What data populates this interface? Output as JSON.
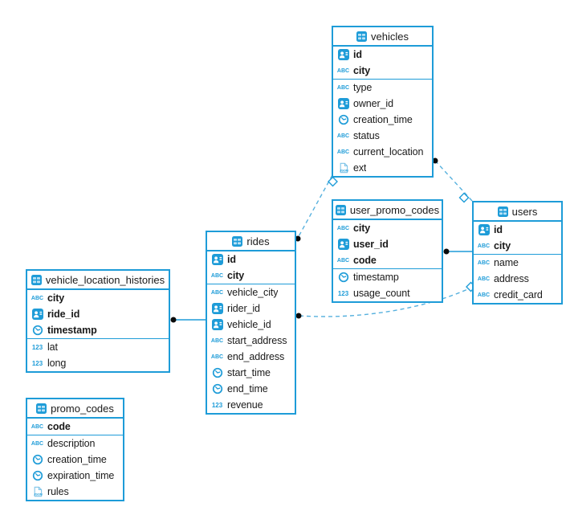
{
  "diagram": {
    "type": "entity-relationship-diagram",
    "colors": {
      "accent": "#1e9cd8",
      "relation_dashed": "#57b1de",
      "relation_solid": "#1e9cd8",
      "endpoint_dot": "#0a0a0a",
      "icon_cell_light": "#b9e2f6",
      "text": "#1a1a1a",
      "background": "#ffffff"
    },
    "icon_labels": {
      "text": "ABC",
      "number": "123",
      "json": "JSON"
    },
    "tables": [
      {
        "title": "vehicles",
        "fields": [
          {
            "name": "id",
            "icon": "id-icon",
            "key": true
          },
          {
            "name": "city",
            "icon": "text-icon",
            "key": true
          },
          {
            "name": "type",
            "icon": "text-icon",
            "key": false
          },
          {
            "name": "owner_id",
            "icon": "id-icon",
            "key": false
          },
          {
            "name": "creation_time",
            "icon": "time-icon",
            "key": false
          },
          {
            "name": "status",
            "icon": "text-icon",
            "key": false
          },
          {
            "name": "current_location",
            "icon": "text-icon",
            "key": false
          },
          {
            "name": "ext",
            "icon": "json-icon",
            "key": false
          }
        ]
      },
      {
        "title": "user_promo_codes",
        "fields": [
          {
            "name": "city",
            "icon": "text-icon",
            "key": true
          },
          {
            "name": "user_id",
            "icon": "id-icon",
            "key": true
          },
          {
            "name": "code",
            "icon": "text-icon",
            "key": true
          },
          {
            "name": "timestamp",
            "icon": "time-icon",
            "key": false
          },
          {
            "name": "usage_count",
            "icon": "number-icon",
            "key": false
          }
        ]
      },
      {
        "title": "users",
        "fields": [
          {
            "name": "id",
            "icon": "id-icon",
            "key": true
          },
          {
            "name": "city",
            "icon": "text-icon",
            "key": true
          },
          {
            "name": "name",
            "icon": "text-icon",
            "key": false
          },
          {
            "name": "address",
            "icon": "text-icon",
            "key": false
          },
          {
            "name": "credit_card",
            "icon": "text-icon",
            "key": false
          }
        ]
      },
      {
        "title": "rides",
        "fields": [
          {
            "name": "id",
            "icon": "id-icon",
            "key": true
          },
          {
            "name": "city",
            "icon": "text-icon",
            "key": true
          },
          {
            "name": "vehicle_city",
            "icon": "text-icon",
            "key": false
          },
          {
            "name": "rider_id",
            "icon": "id-icon",
            "key": false
          },
          {
            "name": "vehicle_id",
            "icon": "id-icon",
            "key": false
          },
          {
            "name": "start_address",
            "icon": "text-icon",
            "key": false
          },
          {
            "name": "end_address",
            "icon": "text-icon",
            "key": false
          },
          {
            "name": "start_time",
            "icon": "time-icon",
            "key": false
          },
          {
            "name": "end_time",
            "icon": "time-icon",
            "key": false
          },
          {
            "name": "revenue",
            "icon": "number-icon",
            "key": false
          }
        ]
      },
      {
        "title": "vehicle_location_histories",
        "fields": [
          {
            "name": "city",
            "icon": "text-icon",
            "key": true
          },
          {
            "name": "ride_id",
            "icon": "id-icon",
            "key": true
          },
          {
            "name": "timestamp",
            "icon": "time-icon",
            "key": true
          },
          {
            "name": "lat",
            "icon": "number-icon",
            "key": false
          },
          {
            "name": "long",
            "icon": "number-icon",
            "key": false
          }
        ]
      },
      {
        "title": "promo_codes",
        "fields": [
          {
            "name": "code",
            "icon": "text-icon",
            "key": true
          },
          {
            "name": "description",
            "icon": "text-icon",
            "key": false
          },
          {
            "name": "creation_time",
            "icon": "time-icon",
            "key": false
          },
          {
            "name": "expiration_time",
            "icon": "time-icon",
            "key": false
          },
          {
            "name": "rules",
            "icon": "json-icon",
            "key": false
          }
        ]
      }
    ],
    "relationships": [
      {
        "from": "vehicles",
        "to": "users",
        "style": "dashed"
      },
      {
        "from": "vehicles",
        "to": "rides",
        "style": "dashed"
      },
      {
        "from": "user_promo_codes",
        "to": "users",
        "style": "solid"
      },
      {
        "from": "rides",
        "to": "users",
        "style": "dashed"
      },
      {
        "from": "vehicle_location_histories",
        "to": "rides",
        "style": "solid"
      }
    ]
  }
}
